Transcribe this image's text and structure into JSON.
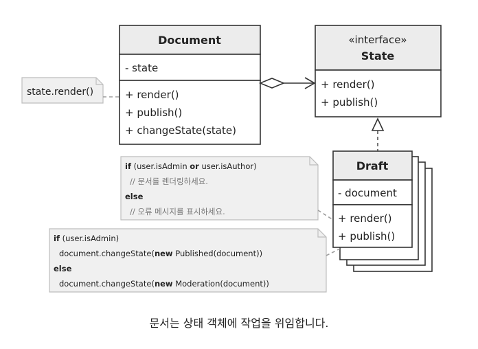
{
  "document_class": {
    "name": "Document",
    "fields": [
      "- state"
    ],
    "methods": [
      "+ render()",
      "+ publish()",
      "+ changeState(state)"
    ]
  },
  "state_class": {
    "stereotype": "«interface»",
    "name": "State",
    "methods": [
      "+ render()",
      "+ publish()"
    ]
  },
  "draft_class": {
    "name": "Draft",
    "fields": [
      "- document"
    ],
    "methods": [
      "+ render()",
      "+ publish()"
    ]
  },
  "render_note": {
    "text": "state.render()"
  },
  "draft_note": {
    "l1_kw": "if",
    "l1_a": " (user.isAdmin ",
    "l1_or": "or",
    "l1_b": " user.isAuthor)",
    "l2": "// 문서를 렌더링하세요.",
    "l3": "else",
    "l4": "// 오류 메시지를 표시하세요."
  },
  "publish_note": {
    "l1_kw": "if",
    "l1_rest": " (user.isAdmin)",
    "l2_a": "document.changeState(",
    "l2_new": "new",
    "l2_b": " Published(document))",
    "l3": "else",
    "l4_a": "document.changeState(",
    "l4_new": "new",
    "l4_b": " Moderation(document))"
  },
  "caption": "문서는 상태 객체에 작업을 위임합니다."
}
